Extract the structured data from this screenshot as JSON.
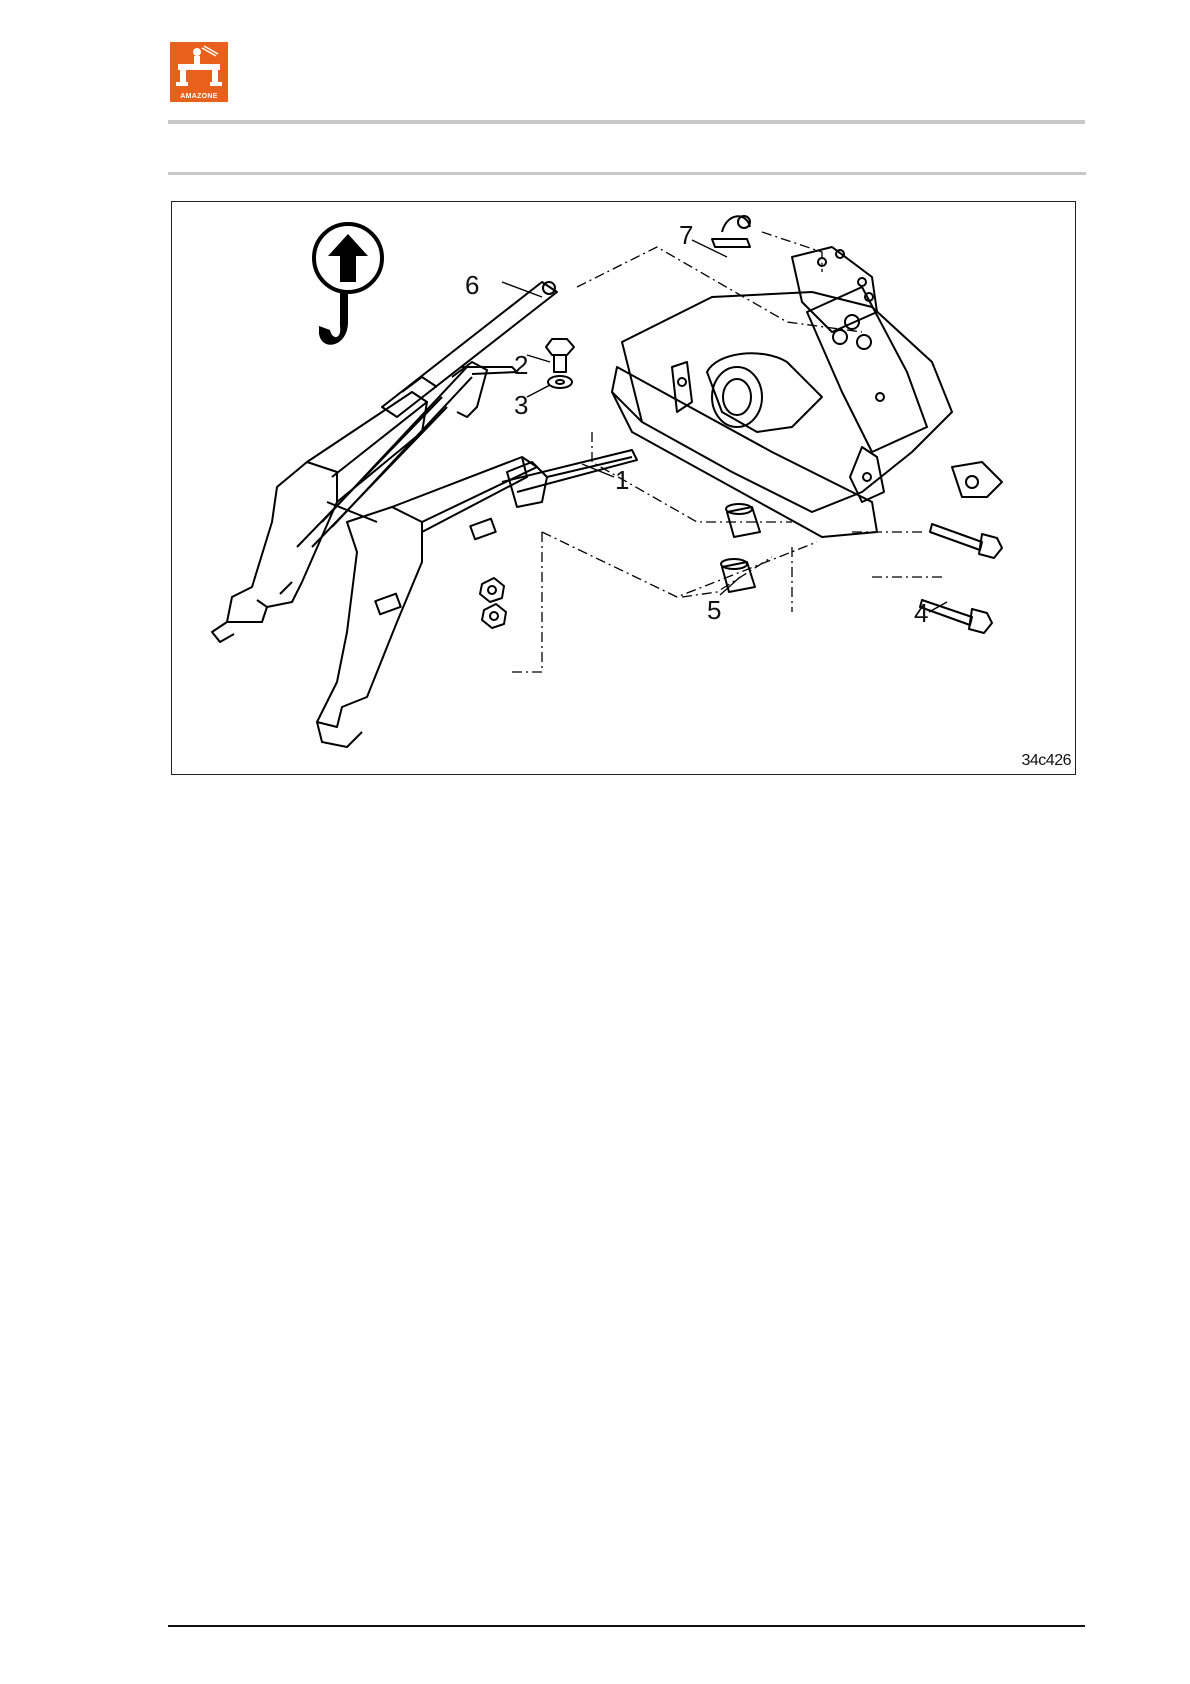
{
  "header": {
    "logo_text": "AMAZONE",
    "brand_color": "#e8601c"
  },
  "figure": {
    "figure_id": "34c426",
    "callouts": [
      {
        "label": "1"
      },
      {
        "label": "2"
      },
      {
        "label": "3"
      },
      {
        "label": "4"
      },
      {
        "label": "5"
      },
      {
        "label": "6"
      },
      {
        "label": "7"
      }
    ],
    "icons": [
      "lifting-hook-icon"
    ]
  }
}
